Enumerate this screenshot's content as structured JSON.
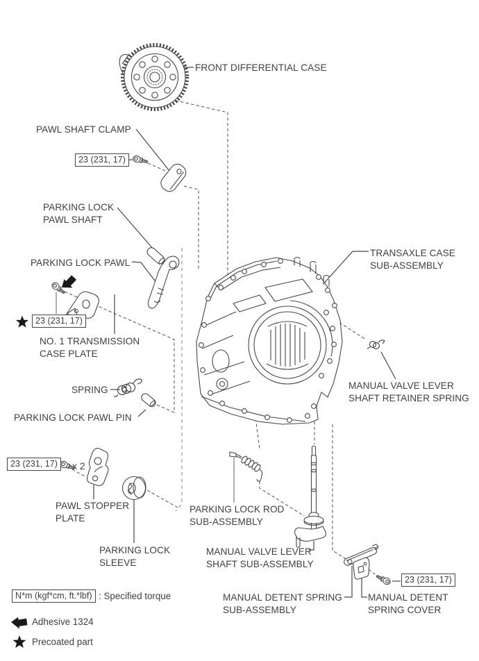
{
  "title": "Automatic transaxle parking lock components exploded diagram",
  "labels": {
    "front_differential_case": "FRONT DIFFERENTIAL CASE",
    "pawl_shaft_clamp": "PAWL SHAFT CLAMP",
    "parking_lock_pawl_shaft": "PARKING LOCK\nPAWL SHAFT",
    "parking_lock_pawl": "PARKING LOCK PAWL",
    "no1_transmission_case_plate": "NO. 1 TRANSMISSION\nCASE PLATE",
    "spring": "SPRING",
    "parking_lock_pawl_pin": "PARKING LOCK PAWL PIN",
    "transaxle_case": "TRANSAXLE CASE\nSUB-ASSEMBLY",
    "manual_valve_lever_shaft_retainer_spring": "MANUAL VALVE LEVER\nSHAFT RETAINER SPRING",
    "pawl_stopper_plate": "PAWL STOPPER\nPLATE",
    "parking_lock_sleeve": "PARKING LOCK\nSLEEVE",
    "parking_lock_rod": "PARKING LOCK ROD\nSUB-ASSEMBLY",
    "manual_valve_lever_shaft": "MANUAL VALVE LEVER\nSHAFT SUB-ASSEMBLY",
    "manual_detent_spring": "MANUAL DETENT SPRING\nSUB-ASSEMBLY",
    "manual_detent_spring_cover": "MANUAL DETENT\nSPRING COVER"
  },
  "torque_spec": "23 (231, 17)",
  "quantity_label": "x 2",
  "legend": {
    "torque_unit": "N*m (kgf*cm, ft.*lbf)",
    "torque_desc": ": Specified torque",
    "adhesive": "Adhesive 1324",
    "precoated": "Precoated part"
  },
  "colors": {
    "line": "#474747",
    "gray_line": "#aeaeae",
    "gray_dash": "#c4c4c4",
    "text": "#3f3f3f",
    "background": "#ffffff"
  }
}
